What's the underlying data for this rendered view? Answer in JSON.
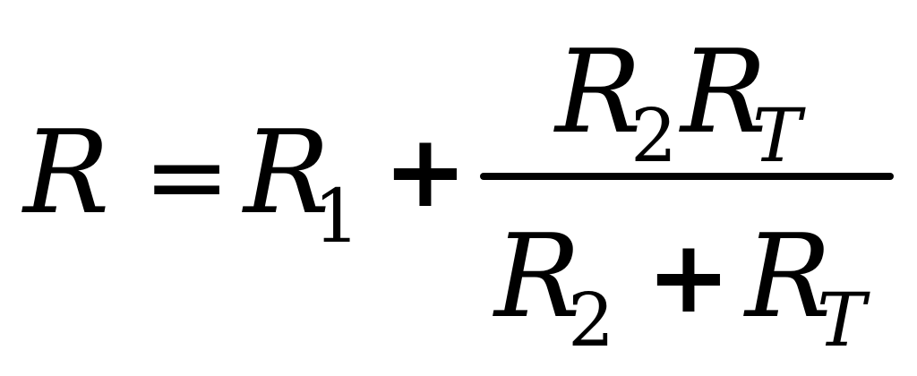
{
  "formula": {
    "lhs": "R",
    "equals": "=",
    "r1_base": "R",
    "r1_sub": "1",
    "plus": "+",
    "numerator": {
      "r2_base": "R",
      "r2_sub": "2",
      "rt_base": "R",
      "rt_sub": "T"
    },
    "denominator": {
      "r2_base": "R",
      "r2_sub": "2",
      "plus": "+",
      "rt_base": "R",
      "rt_sub": "T"
    }
  }
}
